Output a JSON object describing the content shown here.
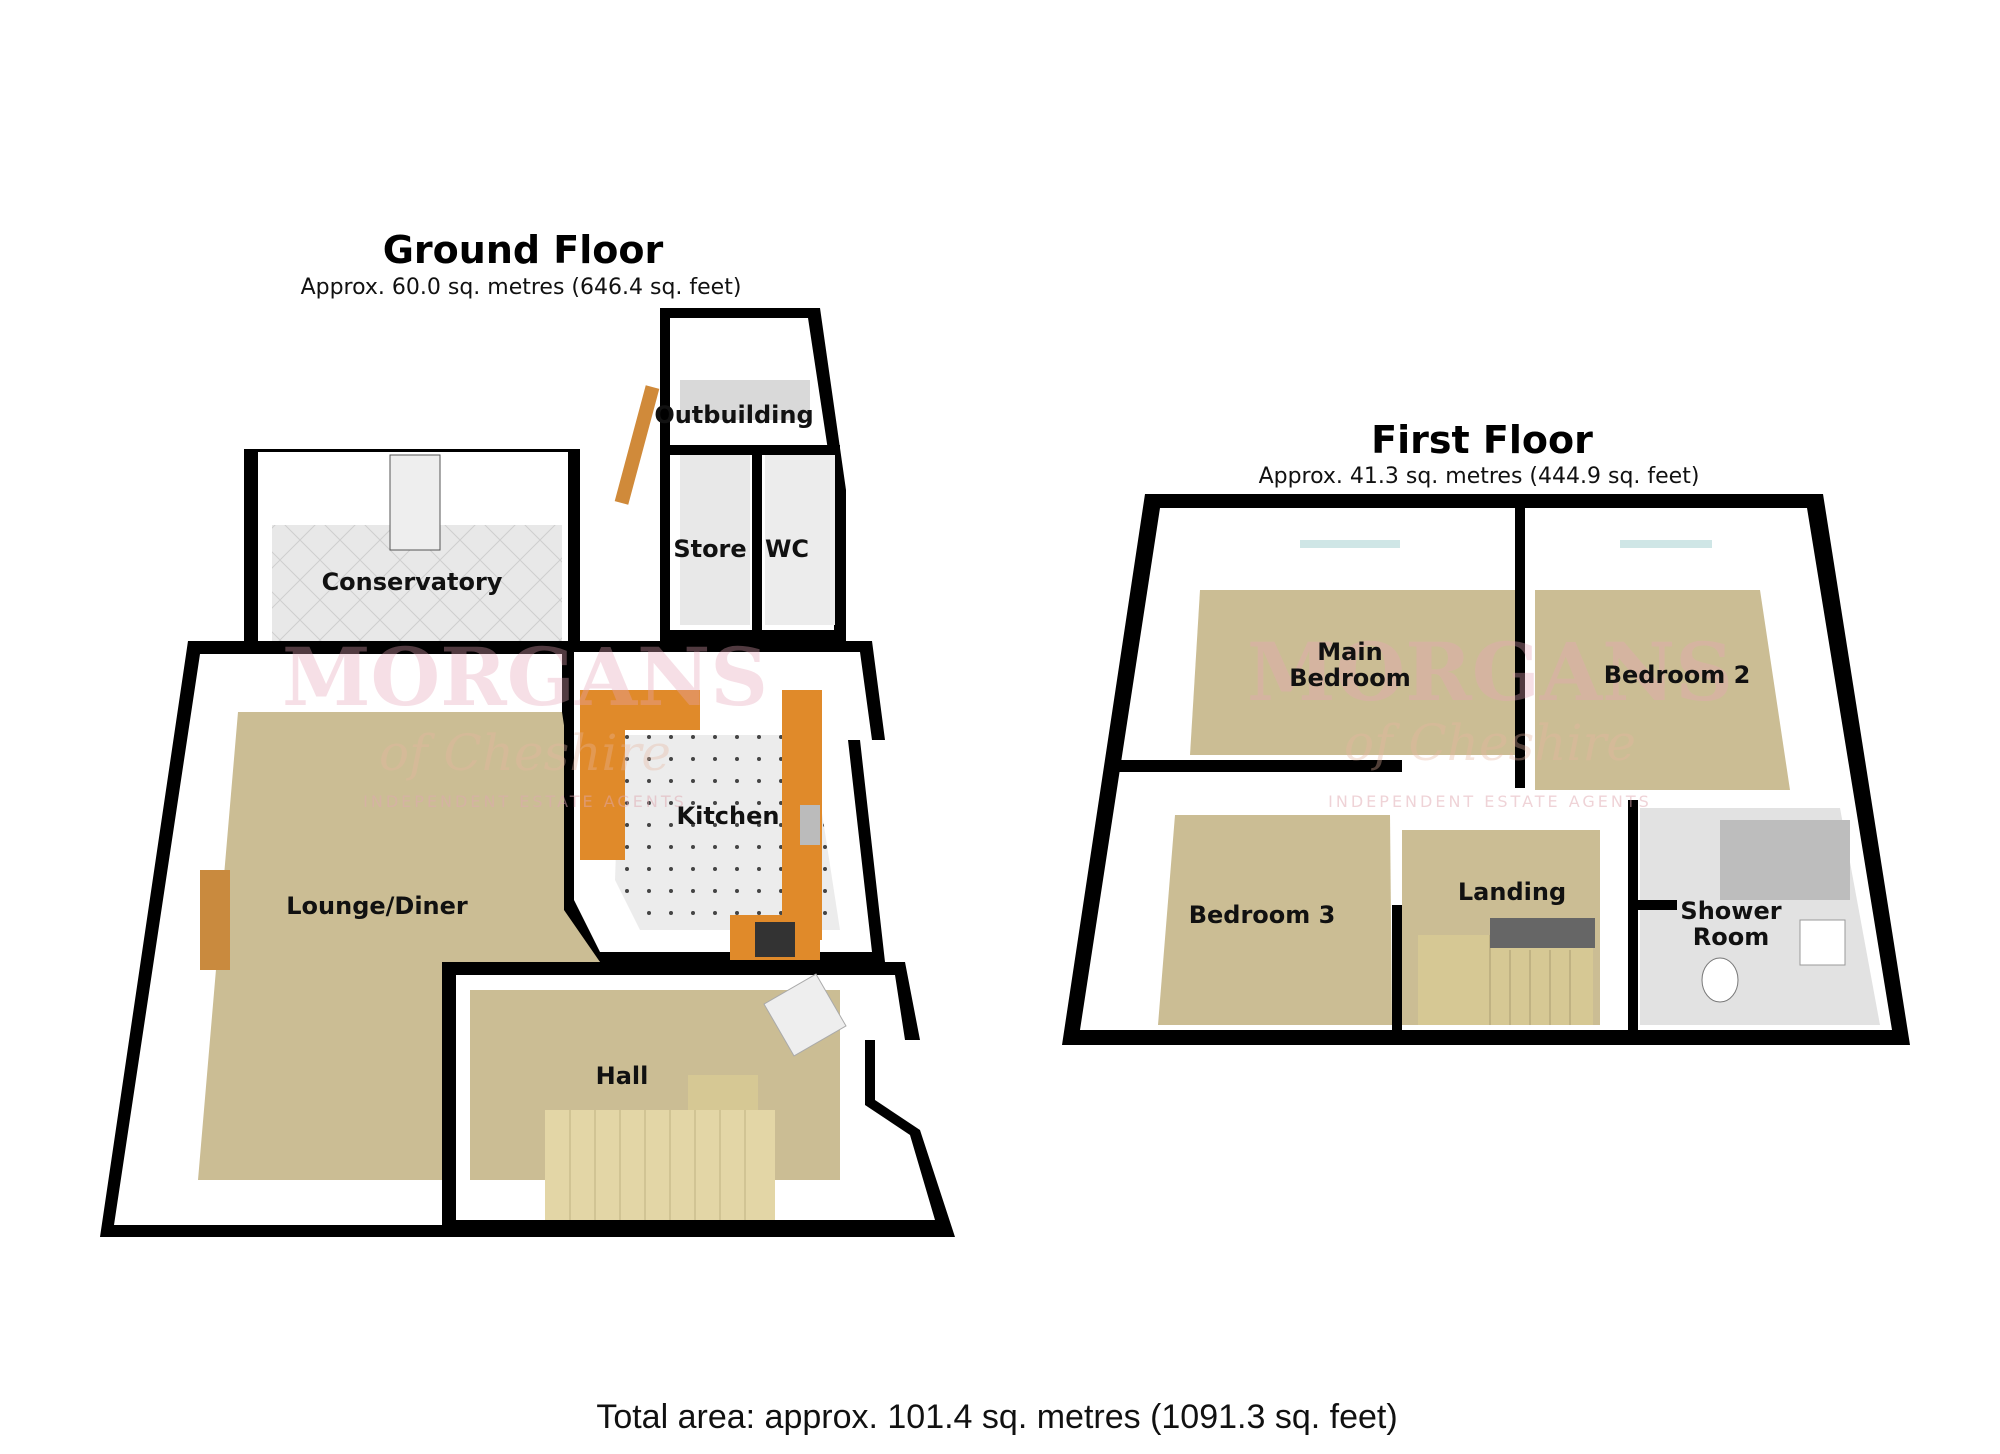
{
  "ground_floor": {
    "title": "Ground Floor",
    "area": "Approx. 60.0 sq. metres (646.4 sq. feet)",
    "rooms": [
      "Outbuilding",
      "Store",
      "WC",
      "Conservatory",
      "Kitchen",
      "Lounge/Diner",
      "Hall"
    ]
  },
  "first_floor": {
    "title": "First Floor",
    "area": "Approx. 41.3 sq. metres (444.9 sq. feet)",
    "rooms": [
      "Main",
      "Bedroom",
      "Bedroom 2",
      "Landing",
      "Bedroom 3",
      "Shower",
      "Room"
    ]
  },
  "total": "Total area: approx. 101.4 sq. metres (1091.3 sq. feet)",
  "watermark": {
    "brand": "MORGANS",
    "tagline": "of Cheshire",
    "strap": "INDEPENDENT ESTATE AGENTS"
  },
  "colors": {
    "wall": "#000000",
    "floor": "#cbbd94",
    "tile": "#e6e6e6",
    "worktop": "#e08a2a",
    "inner_wall": "#ffffff"
  }
}
